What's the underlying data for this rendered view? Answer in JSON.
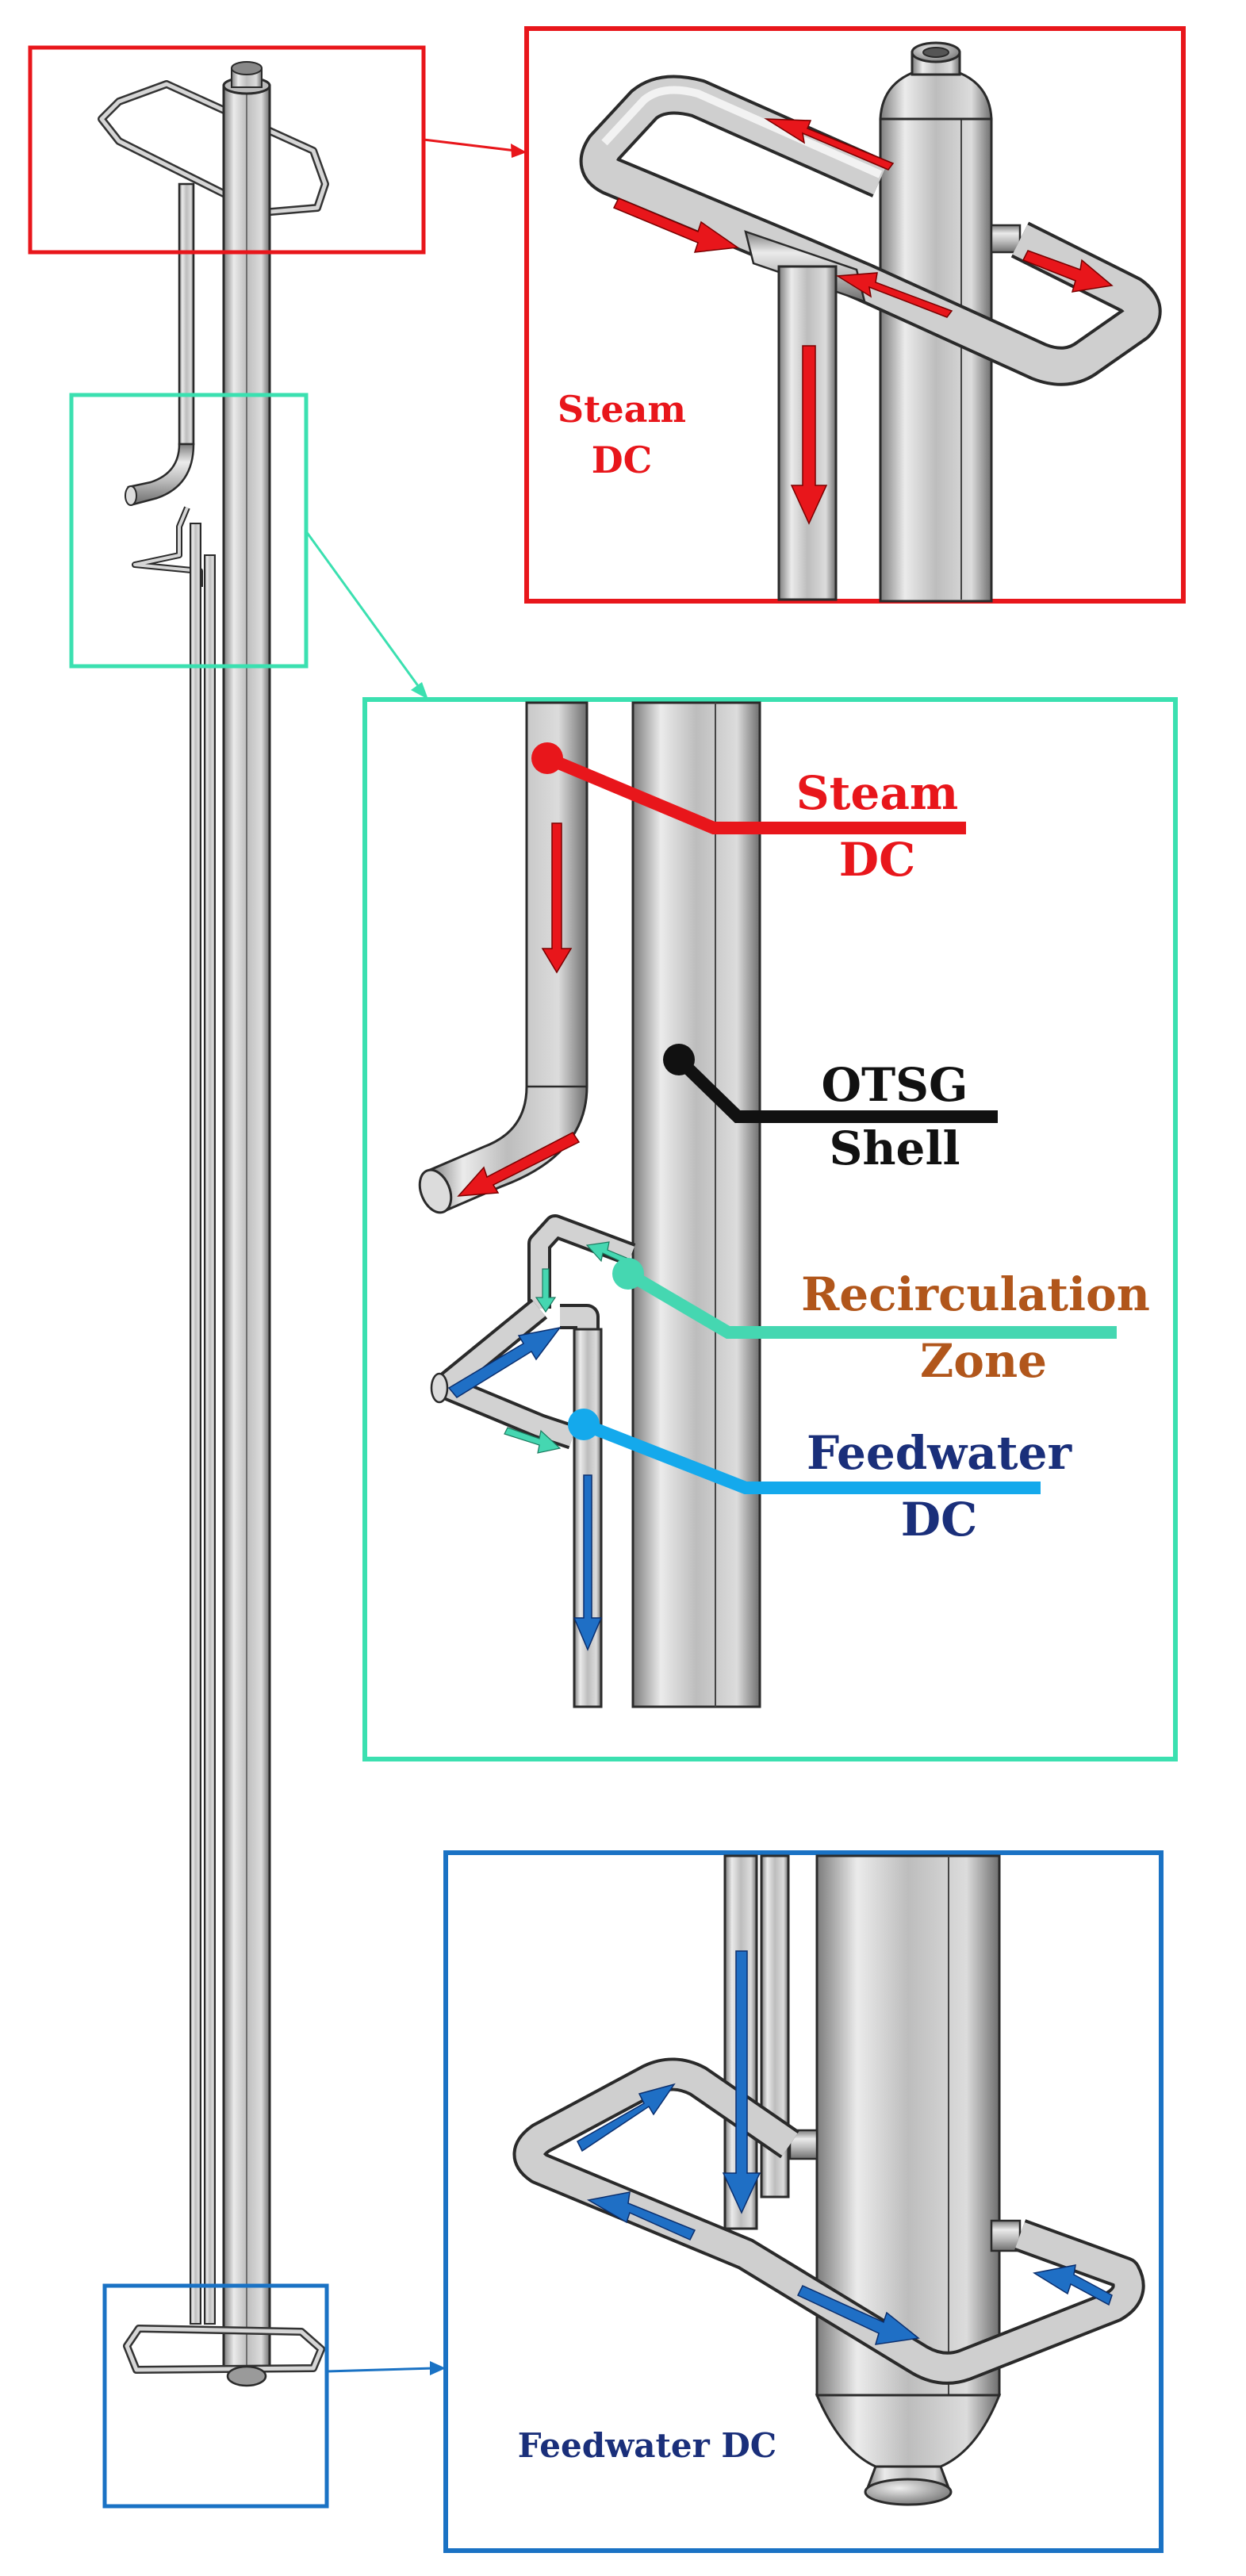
{
  "labels": {
    "steam_dc_top": [
      "Steam",
      "DC"
    ],
    "steam_dc_mid": [
      "Steam",
      "DC"
    ],
    "otsg_shell": [
      "OTSG",
      "Shell"
    ],
    "recirculation_zone": [
      "Recirculation",
      "Zone"
    ],
    "feedwater_dc_mid": [
      "Feedwater",
      "DC"
    ],
    "feedwater_dc_bottom": "Feedwater DC"
  },
  "colors": {
    "steam": "#e8161b",
    "recirculation": "#45d7b1",
    "feedwater": "#1f6fc5",
    "feedwater_pointer": "#14a9ec",
    "frame_red": "#e8161b",
    "frame_green": "#3be0b0",
    "frame_blue": "#1a72c4",
    "label_steam": "#e8161b",
    "label_shell": "#111111",
    "label_recirc": "#b1561b",
    "label_feedwater": "#1a2f7a",
    "pipe_fill": "#c4c4c4",
    "pipe_edge": "#2a2a2a"
  },
  "icons": {
    "flow_arrow": "flow-arrow-icon",
    "pointer": "pointer-dot-icon"
  }
}
